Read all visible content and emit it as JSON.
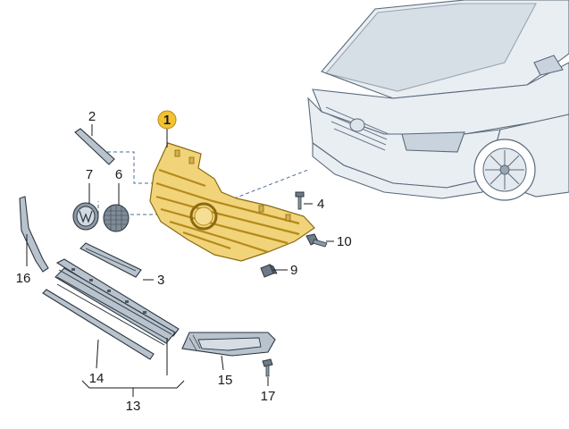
{
  "callouts": {
    "c1": "1",
    "c2": "2",
    "c3": "3",
    "c4": "4",
    "c6": "6",
    "c7": "7",
    "c9": "9",
    "c10": "10",
    "c13": "13",
    "c14": "14",
    "c15": "15",
    "c16": "16",
    "c17": "17"
  },
  "colors": {
    "highlight_part": "#f1d37a",
    "highlight_badge": "#f2c230",
    "dash_lines": "#4a6f95"
  }
}
